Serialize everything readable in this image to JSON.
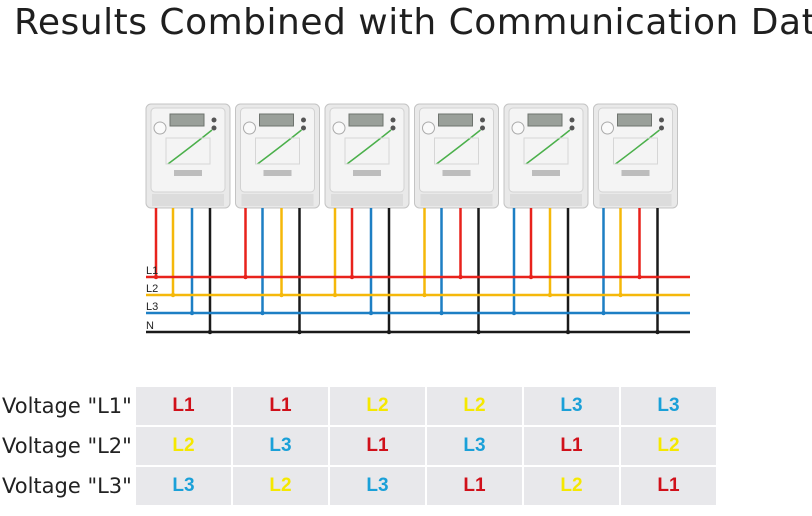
{
  "title": "Results Combined with Communication Data",
  "colors": {
    "L1": "#e8221c",
    "L2": "#f5b80a",
    "L3": "#1d7fc4",
    "N": "#1a1a1a",
    "L1_text": "#d0101a",
    "L2_text": "#f5e800",
    "L3_text": "#1aa0d8"
  },
  "bus_labels": [
    "L1",
    "L2",
    "L3",
    "N"
  ],
  "meters": [
    {
      "connections": [
        "L1",
        "L2",
        "L3",
        "N"
      ]
    },
    {
      "connections": [
        "L1",
        "L3",
        "L2",
        "N"
      ]
    },
    {
      "connections": [
        "L2",
        "L1",
        "L3",
        "N"
      ]
    },
    {
      "connections": [
        "L2",
        "L3",
        "L1",
        "N"
      ]
    },
    {
      "connections": [
        "L3",
        "L1",
        "L2",
        "N"
      ]
    },
    {
      "connections": [
        "L3",
        "L2",
        "L1",
        "N"
      ]
    }
  ],
  "table": {
    "rows": [
      {
        "label": "Voltage \"L1\"",
        "values": [
          "L1",
          "L1",
          "L2",
          "L2",
          "L3",
          "L3"
        ]
      },
      {
        "label": "Voltage \"L2\"",
        "values": [
          "L2",
          "L3",
          "L1",
          "L3",
          "L1",
          "L2"
        ]
      },
      {
        "label": "Voltage \"L3\"",
        "values": [
          "L3",
          "L2",
          "L3",
          "L1",
          "L2",
          "L1"
        ]
      }
    ]
  }
}
